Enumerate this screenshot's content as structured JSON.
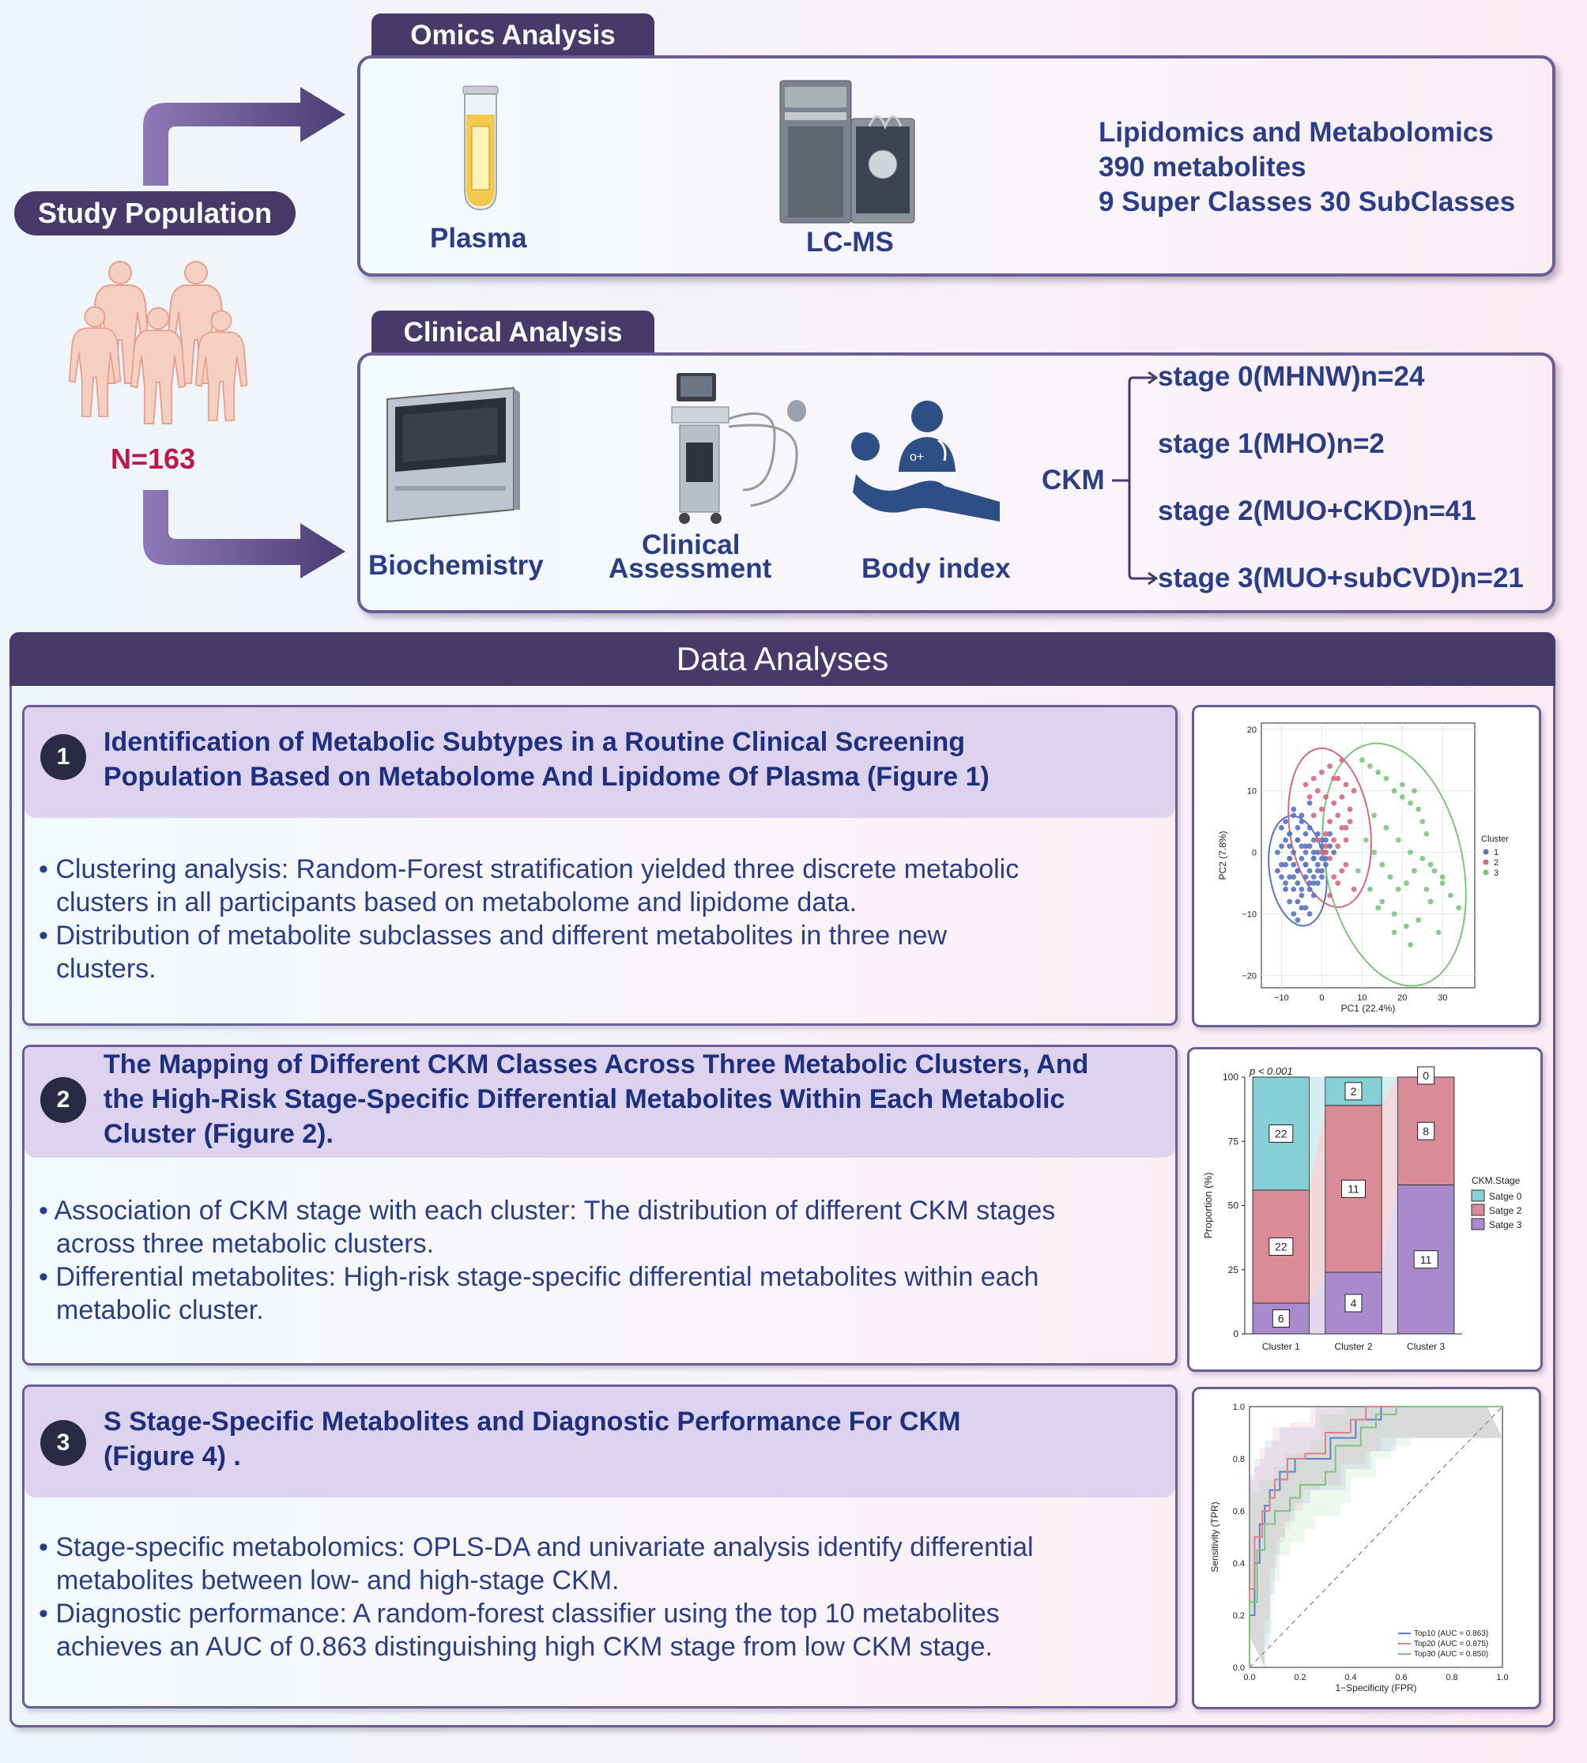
{
  "study": {
    "title": "Study Population",
    "n": "N=163"
  },
  "omics": {
    "tab": "Omics Analysis",
    "plasma": "Plasma",
    "lcms": "LC-MS",
    "summary": [
      "Lipidomics and Metabolomics",
      "390 metabolites",
      "9 Super Classes 30 SubClasses"
    ]
  },
  "clinical": {
    "tab": "Clinical Analysis",
    "biochemistry": "Biochemistry",
    "assessment_line1": "Clinical",
    "assessment_line2": "Assessment",
    "body_index": "Body index",
    "ckm": "CKM",
    "stages": [
      "stage 0(MHNW)n=24",
      "stage 1(MHO)n=2",
      "stage 2(MUO+CKD)n=41",
      "stage 3(MUO+subCVD)n=21"
    ]
  },
  "analyses": {
    "header": "Data Analyses",
    "sections": [
      {
        "num": "1",
        "title_lines": [
          "Identification of Metabolic Subtypes in a Routine Clinical Screening",
          "Population Based on Metabolome And Lipidome Of Plasma (Figure 1)"
        ],
        "bullets": [
          [
            "• Clustering analysis: Random-Forest stratification yielded three discrete metabolic",
            "clusters in all participants based on metabolome and lipidome data."
          ],
          [
            "• Distribution of metabolite subclasses and different metabolites in three new",
            "clusters."
          ]
        ]
      },
      {
        "num": "2",
        "title_lines": [
          "The Mapping of Different CKM Classes Across Three Metabolic Clusters, And",
          "the High-Risk Stage-Specific Differential Metabolites Within Each Metabolic",
          "Cluster (Figure 2)."
        ],
        "bullets": [
          [
            "• Association of CKM stage with each cluster: The distribution of different CKM stages",
            "across three metabolic clusters."
          ],
          [
            "• Differential metabolites: High-risk stage-specific differential metabolites within each",
            "metabolic cluster."
          ]
        ]
      },
      {
        "num": "3",
        "title_lines": [
          "S Stage-Specific Metabolites and Diagnostic Performance For CKM",
          "(Figure 4) ."
        ],
        "bullets": [
          [
            "• Stage-specific metabolomics: OPLS-DA and univariate analysis identify differential",
            "metabolites between low- and high-stage CKM."
          ],
          [
            "• Diagnostic performance: A random-forest classifier using the top 10 metabolites",
            "achieves an AUC of 0.863 distinguishing high CKM stage from low CKM stage."
          ]
        ]
      }
    ]
  },
  "chart_data": [
    {
      "type": "scatter",
      "xlabel": "PC1 (22.4%)",
      "ylabel": "PC2 (7.8%)",
      "xticks": [
        -10,
        0,
        10,
        20,
        30
      ],
      "yticks": [
        -20,
        -10,
        0,
        10,
        20
      ],
      "xlim": [
        -15,
        38
      ],
      "ylim": [
        -22,
        21
      ],
      "legend_title": "Cluster",
      "legend_position": "right",
      "series": [
        {
          "name": "1",
          "color": "#5a72c0",
          "x": [
            -10,
            -9,
            -8,
            -7,
            -6,
            -5,
            -4,
            -3,
            -2,
            -1,
            0,
            1,
            2,
            -11,
            -10,
            -9,
            -8,
            -7,
            -6,
            -5,
            -4,
            -3,
            -2,
            -1,
            0,
            1,
            2,
            3,
            -9,
            -8,
            -7,
            -6,
            -5,
            -4,
            -3,
            -2,
            -1,
            0,
            1,
            -10,
            -8,
            -6,
            -4,
            -2,
            0,
            -9,
            -7,
            -5,
            -3,
            -1,
            -8,
            -6,
            -4,
            -2,
            -7,
            -5,
            -3,
            -6,
            -4,
            -2,
            -11,
            -9,
            -7,
            -5,
            -3,
            -1,
            1,
            -8,
            -6,
            -4,
            -2,
            0,
            -10,
            -8,
            -6,
            -4,
            -7,
            -5,
            -6,
            -3
          ],
          "y": [
            4,
            5,
            3,
            6,
            4,
            5,
            3,
            4,
            2,
            3,
            1,
            2,
            3,
            0,
            1,
            2,
            1,
            0,
            2,
            1,
            0,
            1,
            -1,
            0,
            -1,
            0,
            1,
            0,
            -2,
            -1,
            -2,
            -3,
            -1,
            -2,
            -3,
            -1,
            -2,
            -3,
            -2,
            -4,
            -4,
            -5,
            -4,
            -5,
            -4,
            -6,
            -6,
            -7,
            -6,
            -5,
            -8,
            -8,
            -9,
            -7,
            -10,
            -9,
            -10,
            -3,
            -2,
            -4,
            -3,
            -5,
            -4,
            -6,
            -5,
            -3,
            -1,
            3,
            2,
            1,
            0,
            2,
            -2,
            -1,
            -3,
            -2,
            7,
            6,
            -11,
            8
          ]
        },
        {
          "name": "2",
          "color": "#d6687c",
          "x": [
            -4,
            -2,
            0,
            2,
            4,
            6,
            8,
            -3,
            -1,
            1,
            3,
            5,
            7,
            -2,
            0,
            2,
            4,
            6,
            1,
            3,
            5,
            0,
            2,
            4,
            6,
            3,
            5,
            -1,
            1,
            7,
            8,
            2,
            4,
            6,
            3,
            5,
            1
          ],
          "y": [
            11,
            12,
            13,
            14,
            12,
            11,
            10,
            9,
            10,
            9,
            8,
            9,
            7,
            6,
            7,
            5,
            6,
            4,
            3,
            2,
            4,
            0,
            -1,
            1,
            -2,
            -4,
            -3,
            2,
            1,
            5,
            -6,
            -7,
            -5,
            2,
            12,
            15,
            0
          ],
          "comment": "estimated"
        },
        {
          "name": "3",
          "color": "#7cc67c",
          "x": [
            10,
            12,
            14,
            16,
            18,
            20,
            22,
            24,
            26,
            28,
            30,
            32,
            34,
            11,
            13,
            15,
            17,
            19,
            21,
            23,
            25,
            27,
            29,
            9,
            12,
            15,
            18,
            21,
            24,
            27,
            30,
            13,
            16,
            19,
            22,
            25,
            20,
            23,
            26,
            14,
            18,
            22
          ],
          "y": [
            15,
            14,
            13,
            12,
            10,
            9,
            8,
            7,
            3,
            -3,
            -5,
            -7,
            -9,
            2,
            0,
            -2,
            -4,
            -6,
            -5,
            -3,
            -1,
            -8,
            -13,
            -3,
            -6,
            -8,
            -10,
            -12,
            -11,
            -2,
            -4,
            6,
            4,
            2,
            0,
            5,
            11,
            10,
            -6,
            -9,
            -13,
            -15
          ]
        }
      ]
    },
    {
      "type": "bar",
      "stacked": true,
      "title": "p < 0.001",
      "ylabel": "Proportion (%)",
      "yticks": [
        0,
        25,
        50,
        75,
        100
      ],
      "ylim": [
        0,
        100
      ],
      "categories": [
        "Cluster 1",
        "Cluster 2",
        "Cluster 3"
      ],
      "legend_title": "CKM.Stage",
      "legend_position": "right",
      "series": [
        {
          "name": "Satge 3",
          "color": "#a98bcd",
          "values": [
            12,
            24,
            58
          ],
          "labels": [
            "6",
            "4",
            "11"
          ]
        },
        {
          "name": "Satge 2",
          "color": "#d98c98",
          "values": [
            44,
            65,
            42
          ],
          "labels": [
            "22",
            "11",
            "8"
          ]
        },
        {
          "name": "Satge 0",
          "color": "#85d0d6",
          "values": [
            44,
            11,
            0
          ],
          "labels": [
            "22",
            "2",
            "0"
          ]
        }
      ]
    },
    {
      "type": "line",
      "xlabel": "1−Specificity (FPR)",
      "ylabel": "Sensitivity (TPR)",
      "xticks": [
        "0.0",
        "0.2",
        "0.4",
        "0.6",
        "0.8",
        "1.0"
      ],
      "yticks": [
        "0.0",
        "0.2",
        "0.4",
        "0.6",
        "0.8",
        "1.0"
      ],
      "xlim": [
        0,
        1
      ],
      "ylim": [
        0,
        1
      ],
      "legend_position": "bottom-right",
      "series": [
        {
          "name": "Top10 (AUC = 0.863)",
          "color": "#5b7fc9",
          "x": [
            0,
            0,
            0.02,
            0.02,
            0.04,
            0.04,
            0.06,
            0.06,
            0.08,
            0.08,
            0.12,
            0.12,
            0.18,
            0.18,
            0.25,
            0.25,
            0.32,
            0.32,
            0.42,
            0.42,
            0.52,
            0.52,
            0.62,
            0.62,
            1.0
          ],
          "y": [
            0,
            0.2,
            0.2,
            0.4,
            0.4,
            0.55,
            0.55,
            0.62,
            0.62,
            0.68,
            0.68,
            0.75,
            0.75,
            0.8,
            0.8,
            0.8,
            0.8,
            0.88,
            0.88,
            0.95,
            0.95,
            1.0,
            1.0,
            1.0,
            1.0
          ]
        },
        {
          "name": "Top20 (AUC = 0.875)",
          "color": "#e07f8e",
          "x": [
            0,
            0,
            0.02,
            0.02,
            0.05,
            0.05,
            0.08,
            0.08,
            0.1,
            0.1,
            0.15,
            0.15,
            0.22,
            0.22,
            0.3,
            0.3,
            0.4,
            0.4,
            0.46,
            0.46,
            0.55,
            0.55,
            1.0
          ],
          "y": [
            0,
            0.3,
            0.3,
            0.5,
            0.5,
            0.6,
            0.6,
            0.65,
            0.65,
            0.72,
            0.72,
            0.8,
            0.8,
            0.82,
            0.82,
            0.9,
            0.9,
            0.95,
            0.95,
            1.0,
            1.0,
            1.0,
            1.0
          ]
        },
        {
          "name": "Top30 (AUC = 0.850)",
          "color": "#7dc57e",
          "x": [
            0,
            0,
            0.03,
            0.03,
            0.06,
            0.06,
            0.1,
            0.1,
            0.16,
            0.16,
            0.2,
            0.2,
            0.3,
            0.3,
            0.34,
            0.34,
            0.44,
            0.44,
            0.5,
            0.5,
            0.58,
            0.58,
            1.0
          ],
          "y": [
            0,
            0.25,
            0.25,
            0.45,
            0.45,
            0.55,
            0.55,
            0.6,
            0.6,
            0.65,
            0.65,
            0.7,
            0.7,
            0.75,
            0.75,
            0.85,
            0.85,
            0.92,
            0.92,
            0.97,
            0.97,
            1.0,
            1.0
          ]
        }
      ]
    }
  ]
}
